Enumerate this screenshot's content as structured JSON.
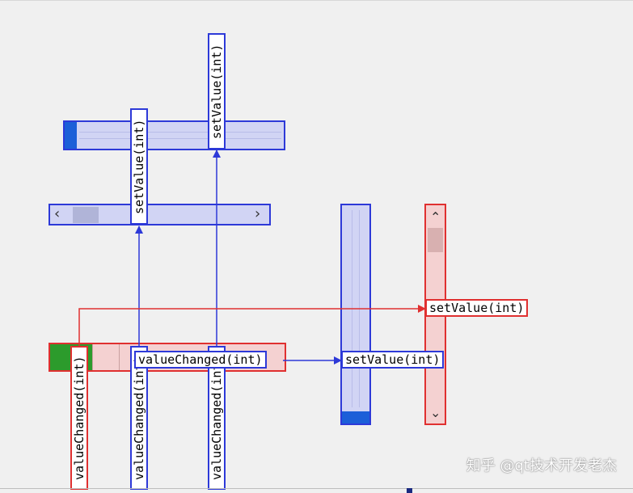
{
  "signals": {
    "value_changed": "valueChanged(int)",
    "set_value": "setValue(int)"
  },
  "watermark": "知乎 @qt技术开发老杰",
  "icons": {
    "scroll_left": "‹",
    "scroll_right": "›",
    "scroll_up": "⌃",
    "scroll_down": "⌄"
  },
  "colors": {
    "selection_blue": "#2d39d8",
    "selection_red": "#e03030",
    "handle_blue": "#1c5fd8",
    "handle_green": "#2c9b2c"
  }
}
